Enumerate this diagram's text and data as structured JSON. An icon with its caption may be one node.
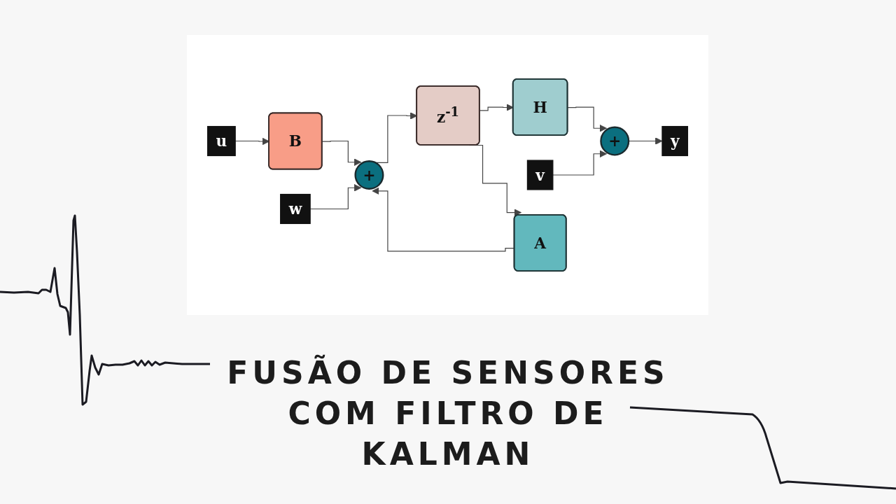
{
  "diagram": {
    "title": "FUSÃO DE SENSORES COM FILTRO DE KALMAN",
    "nodes": [
      {
        "text": [
          "u"
        ]
      },
      {
        "text": [
          "B"
        ]
      },
      {
        "text": [
          "w"
        ]
      },
      {
        "text": [
          "+"
        ]
      },
      {
        "text": [
          "z$^{-1}$"
        ]
      },
      {
        "text": [
          "H"
        ]
      },
      {
        "text": [
          "v"
        ]
      },
      {
        "text": [
          "+"
        ]
      },
      {
        "text": [
          "y"
        ]
      },
      {
        "text": [
          "A"
        ]
      }
    ],
    "edges": [
      {
        "from": 0,
        "to": 1,
        "arrow": "to"
      },
      {
        "from": 1,
        "to": 3,
        "arrow": "to"
      },
      {
        "from": 2,
        "to": 3,
        "arrow": "to"
      },
      {
        "from": 3,
        "to": 4,
        "arrow": "to"
      },
      {
        "from": 4,
        "to": 5,
        "arrow": "to"
      },
      {
        "from": 4,
        "to": 9,
        "arrow": "to"
      },
      {
        "from": 9,
        "to": 3,
        "arrow": "to"
      },
      {
        "from": 5,
        "to": 7,
        "arrow": "to"
      },
      {
        "from": 6,
        "to": 7,
        "arrow": "to"
      },
      {
        "from": 7,
        "to": 8,
        "arrow": "to"
      }
    ]
  }
}
